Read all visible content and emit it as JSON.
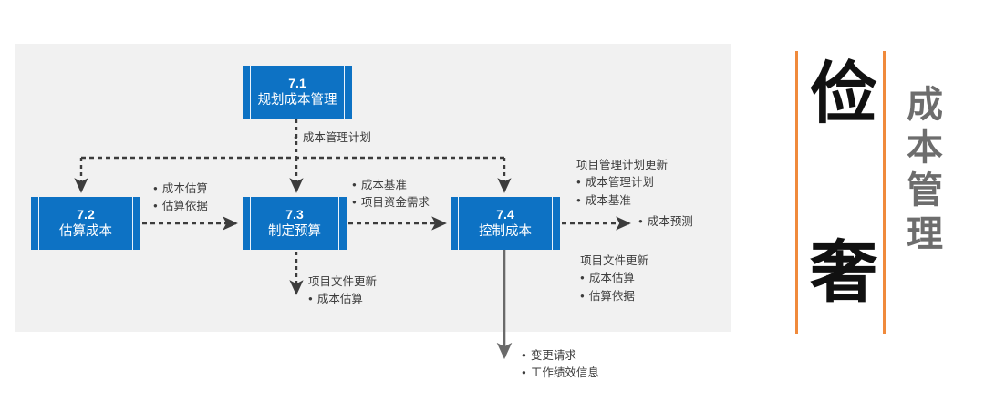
{
  "diagram": {
    "type": "process-flow",
    "title_panel": {
      "big_chars": [
        "俭",
        "奢"
      ],
      "subtitle_chars": [
        "成",
        "本",
        "管",
        "理"
      ],
      "subtitle_text": "成本管理",
      "rule_color": "#f08a3c",
      "big_char_color": "#111111",
      "subtitle_color": "#6d6d6d"
    },
    "box_color": "#0d72c4",
    "panel_color": "#f1f1f1",
    "boxes": [
      {
        "id": "7.1",
        "number": "7.1",
        "name": "规划成本管理"
      },
      {
        "id": "7.2",
        "number": "7.2",
        "name": "估算成本"
      },
      {
        "id": "7.3",
        "number": "7.3",
        "name": "制定预算"
      },
      {
        "id": "7.4",
        "number": "7.4",
        "name": "控制成本"
      }
    ],
    "annotations": {
      "cost_mgmt_plan": {
        "items": [
          "成本管理计划"
        ]
      },
      "estimates": {
        "items": [
          "成本估算",
          "估算依据"
        ]
      },
      "baseline": {
        "items": [
          "成本基准",
          "项目资金需求"
        ]
      },
      "pm_plan_updates": {
        "header": "项目管理计划更新",
        "items": [
          "成本管理计划",
          "成本基准"
        ]
      },
      "forecasts": {
        "items": [
          "成本预测"
        ]
      },
      "proj_doc_updates_1": {
        "header": "项目文件更新",
        "items": [
          "成本估算"
        ]
      },
      "proj_doc_updates_2": {
        "header": "项目文件更新",
        "items": [
          "成本估算",
          "估算依据"
        ]
      },
      "change_requests": {
        "items": [
          "变更请求",
          "工作绩效信息"
        ]
      }
    }
  }
}
